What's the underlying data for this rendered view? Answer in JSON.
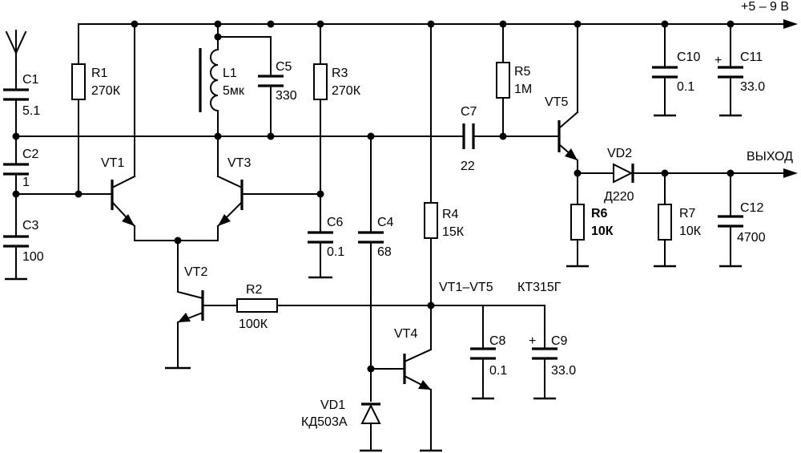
{
  "supply": "+5 – 9 В",
  "output": "ВЫХОД",
  "note": {
    "transistors": "VT1–VT5",
    "type": "КТ315Г"
  },
  "c1": {
    "name": "C1",
    "value": "5.1"
  },
  "c2": {
    "name": "C2",
    "value": "1"
  },
  "c3": {
    "name": "C3",
    "value": "100"
  },
  "c4": {
    "name": "C4",
    "value": "68"
  },
  "c5": {
    "name": "C5",
    "value": "330"
  },
  "c6": {
    "name": "C6",
    "value": "0.1"
  },
  "c7": {
    "name": "C7",
    "value": "22"
  },
  "c8": {
    "name": "C8",
    "value": "0.1"
  },
  "c9": {
    "name": "C9",
    "value": "33.0"
  },
  "c10": {
    "name": "C10",
    "value": "0.1"
  },
  "c11": {
    "name": "C11",
    "value": "33.0"
  },
  "c12": {
    "name": "C12",
    "value": "4700"
  },
  "r1": {
    "name": "R1",
    "value": "270К"
  },
  "r2": {
    "name": "R2",
    "value": "100К"
  },
  "r3": {
    "name": "R3",
    "value": "270К"
  },
  "r4": {
    "name": "R4",
    "value": "15К"
  },
  "r5": {
    "name": "R5",
    "value": "1М"
  },
  "r6": {
    "name": "R6",
    "value": "10К"
  },
  "r7": {
    "name": "R7",
    "value": "10К"
  },
  "l1": {
    "name": "L1",
    "value": "5мк"
  },
  "vt1": {
    "name": "VT1"
  },
  "vt2": {
    "name": "VT2"
  },
  "vt3": {
    "name": "VT3"
  },
  "vt4": {
    "name": "VT4"
  },
  "vt5": {
    "name": "VT5"
  },
  "vd1": {
    "name": "VD1",
    "value": "КД503А"
  },
  "vd2": {
    "name": "VD2",
    "value": "Д220"
  },
  "plus_sign": "+"
}
